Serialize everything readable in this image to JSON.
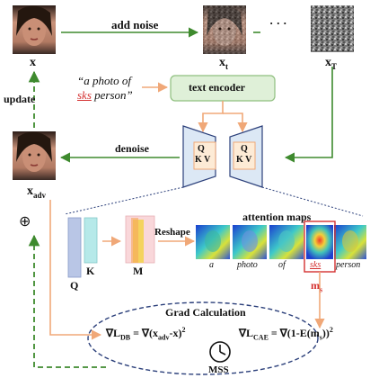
{
  "labels": {
    "add_noise": "add noise",
    "update": "update",
    "denoise": "denoise",
    "text_encoder": "text encoder",
    "prompt_line1": "“a photo of",
    "prompt_token": "sks",
    "prompt_line2_rest": " person”",
    "ellipsis": "· · ·",
    "x": "x",
    "x_t": "x",
    "x_t_sub": "t",
    "x_T": "x",
    "x_T_sub": "T",
    "x_adv": "x",
    "x_adv_sub": "adv",
    "oplus": "⊕",
    "qkv_q": "Q",
    "qkv_k": "K",
    "qkv_v": "V",
    "mat_q": "Q",
    "mat_k": "K",
    "mat_m": "M",
    "reshape": "Reshape",
    "attention_maps": "attention maps",
    "m_s": "m",
    "m_s_sub": "s",
    "grad_calc": "Grad Calculation",
    "loss_db": "∇L",
    "loss_db_sub": "DB",
    "loss_db_rhs": " = ∇(x",
    "loss_db_rhs_sub": "adv",
    "loss_db_rhs_end": "-x)",
    "loss_db_sup": "2",
    "loss_cae": "∇L",
    "loss_cae_sub": "CAE",
    "loss_cae_rhs": " = ∇(1-E(m",
    "loss_cae_rhs_sub": "s",
    "loss_cae_rhs_end": "))",
    "loss_cae_sup": "2",
    "mss": "MSS"
  },
  "attention_tokens": [
    "a",
    "photo",
    "of",
    "sks",
    "person"
  ],
  "colors": {
    "green": "#3e8a2e",
    "orange": "#f0a878",
    "red": "#d43030",
    "encoder_fill": "#dff0d8",
    "encoder_border": "#8fbf7f",
    "unet_fill": "#dce8f5",
    "ellipse_border": "#2b3f7a"
  }
}
